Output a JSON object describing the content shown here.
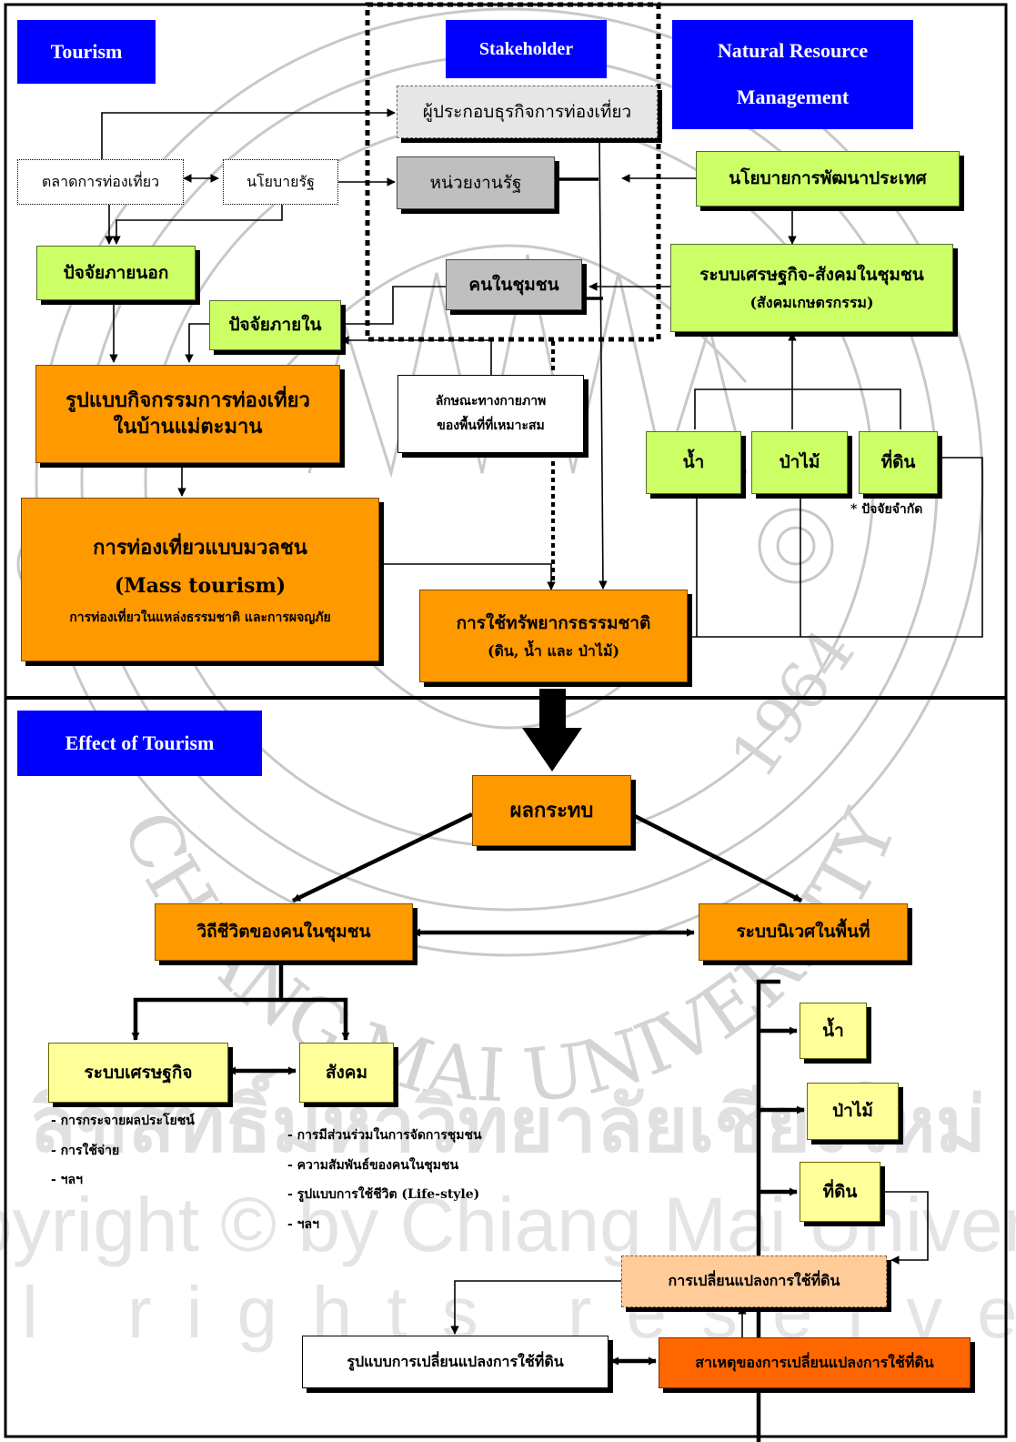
{
  "sections": {
    "tourism": "Tourism",
    "stakeholder": "Stakeholder",
    "nrm_line1": "Natural Resource",
    "nrm_line2": "Management",
    "effect": "Effect of Tourism"
  },
  "tourism": {
    "tourism_market": "ตลาดการท่องเที่ยว",
    "state_policy": "นโยบายรัฐ",
    "external_factor": "ปัจจัยภายนอก",
    "internal_factor": "ปัจจัยภายใน",
    "activity_line1": "รูปแบบกิจกรรมการท่องเที่ยว",
    "activity_line2": "ในบ้านแม่ตะมาน",
    "mass_line1": "การท่องเที่ยวแบบมวลชน",
    "mass_line2": "(Mass tourism)",
    "mass_line3": "การท่องเที่ยวในแหล่งธรรมชาติ และการผจญภัย"
  },
  "stakeholder": {
    "operators": "ผู้ประกอบธุรกิจการท่องเที่ยว",
    "government": "หน่วยงานรัฐ",
    "community": "คนในชุมชน",
    "physical_line1": "ลักษณะทางกายภาพ",
    "physical_line2": "ของพื้นที่ที่เหมาะสม",
    "resource_use_line1": "การใช้ทรัพยากรธรรมชาติ",
    "resource_use_line2": "(ดิน, น้ำ และ ป่าไม้)"
  },
  "nrm": {
    "dev_policy": "นโยบายการพัฒนาประเทศ",
    "socio_line1": "ระบบเศรษฐกิจ-สังคมในชุมชน",
    "socio_line2": "(สังคมเกษตรกรรม)",
    "water": "น้ำ",
    "forest": "ป่าไม้",
    "land": "ที่ดิน",
    "limiting": "* ปัจจัยจำกัด"
  },
  "effect": {
    "impact": "ผลกระทบ",
    "way_of_life": "วิถีชีวิตของคนในชุมชน",
    "ecosystem": "ระบบนิเวศในพื้นที่",
    "economy": "ระบบเศรษฐกิจ",
    "society": "สังคม",
    "economy_notes": [
      "- การกระจายผลประโยชน์",
      "- การใช้จ่าย",
      "- ฯลฯ"
    ],
    "society_notes": [
      "- การมีส่วนร่วมในการจัดการชุมชน",
      "- ความสัมพันธ์ของคนในชุมชน",
      "- รูปแบบการใช้ชีวิต (Life-style)",
      "- ฯลฯ"
    ],
    "water": "น้ำ",
    "forest": "ป่าไม้",
    "land": "ที่ดิน",
    "landuse_change": "การเปลี่ยนแปลงการใช้ที่ดิน",
    "landuse_pattern": "รูปแบบการเปลี่ยนแปลงการใช้ที่ดิน",
    "landuse_cause": "สาเหตุของการเปลี่ยนแปลงการใช้ที่ดิน"
  },
  "watermark": {
    "thai": "ลิขสิทธิ์มหาวิทยาลัยเชียงใหม่",
    "copyright": "Copyright © by Chiang Mai University",
    "rights": "All rights reserved",
    "seal_text": "CHIANG MAI UNIVERSITY",
    "seal_year": "1964"
  },
  "colors": {
    "green": "#ccff66",
    "orange": "#ff9900",
    "dark_orange": "#ff6600",
    "light_orange": "#ffcc99",
    "yellow": "#ffff99",
    "grey": "#bfbfbf",
    "blue": "#0000ff"
  }
}
